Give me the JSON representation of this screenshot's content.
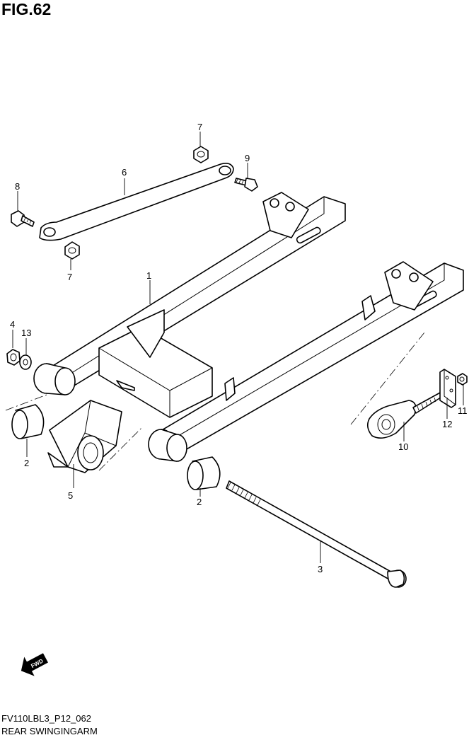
{
  "figure": {
    "title": "FIG.62",
    "code": "FV110LBL3_P12_062",
    "name": "REAR SWINGINGARM",
    "fwd_text": "FWD"
  },
  "callouts": [
    "1",
    "2",
    "2",
    "3",
    "4",
    "5",
    "6",
    "7",
    "7",
    "8",
    "9",
    "10",
    "11",
    "12",
    "13"
  ],
  "icons": [
    "fwd-arrow-icon"
  ]
}
